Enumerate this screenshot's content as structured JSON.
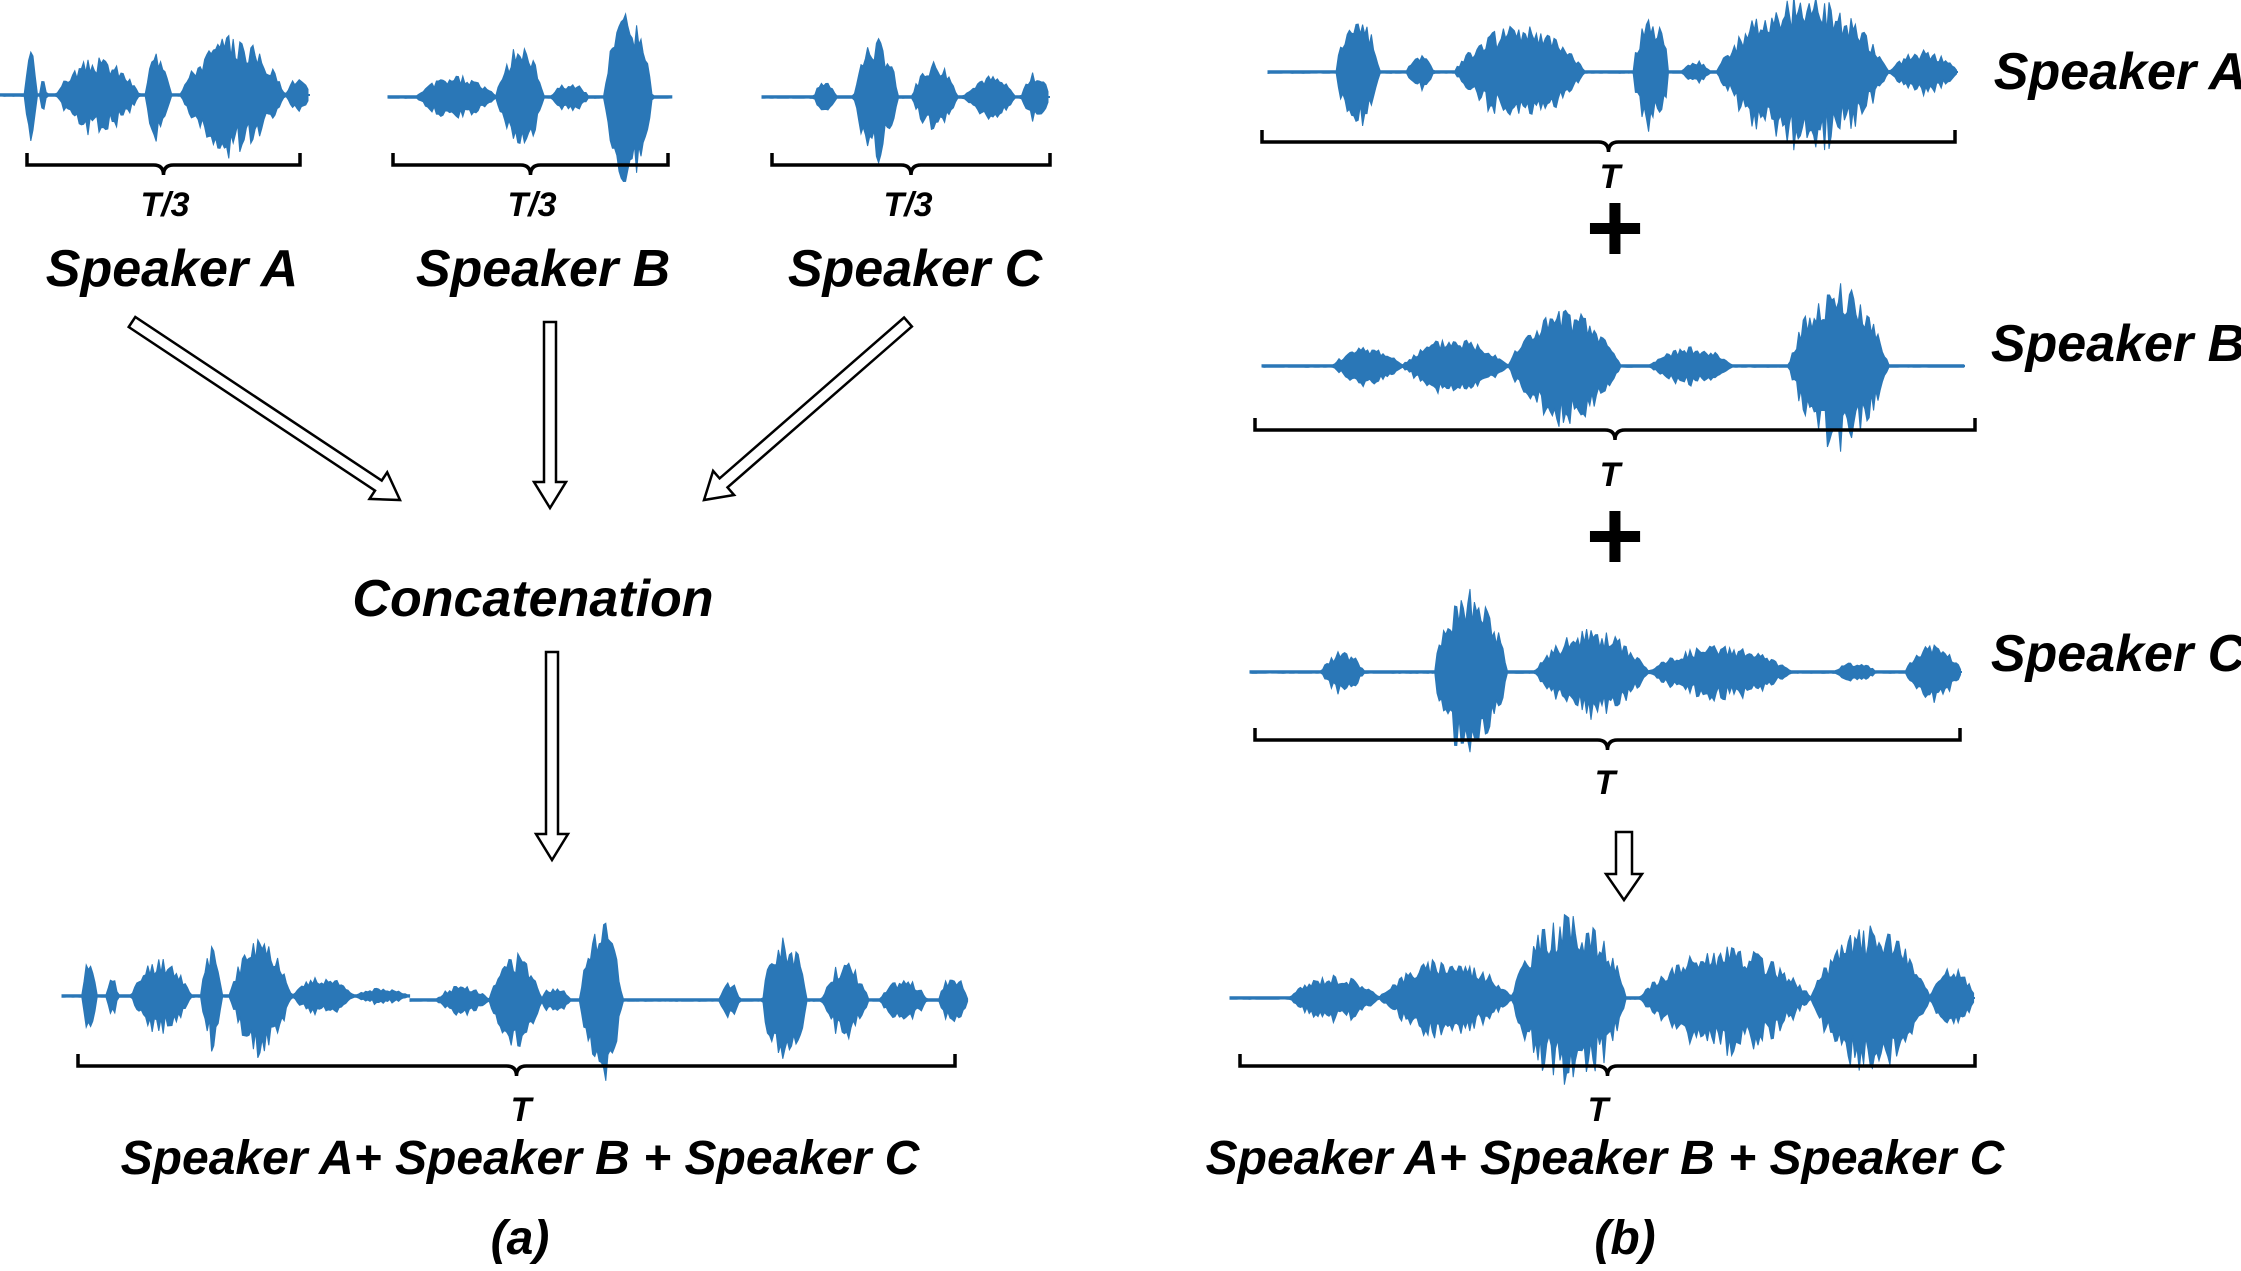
{
  "panel_a": {
    "inputs": [
      {
        "duration": "T/3",
        "speaker": "Speaker A"
      },
      {
        "duration": "T/3",
        "speaker": "Speaker B"
      },
      {
        "duration": "T/3",
        "speaker": "Speaker C"
      }
    ],
    "operation": "Concatenation",
    "output_duration": "T",
    "output_label": "Speaker A+ Speaker B + Speaker C",
    "caption": "(a)"
  },
  "panel_b": {
    "inputs": [
      {
        "duration": "T",
        "speaker": "Speaker A"
      },
      {
        "duration": "T",
        "speaker": "Speaker B"
      },
      {
        "duration": "T",
        "speaker": "Speaker C"
      }
    ],
    "operator": "+",
    "output_duration": "T",
    "output_label": "Speaker A+ Speaker B + Speaker C",
    "caption": "(b)"
  },
  "colors": {
    "waveform": "#2a77b7",
    "arrow_stroke": "#000000",
    "text": "#000000"
  }
}
